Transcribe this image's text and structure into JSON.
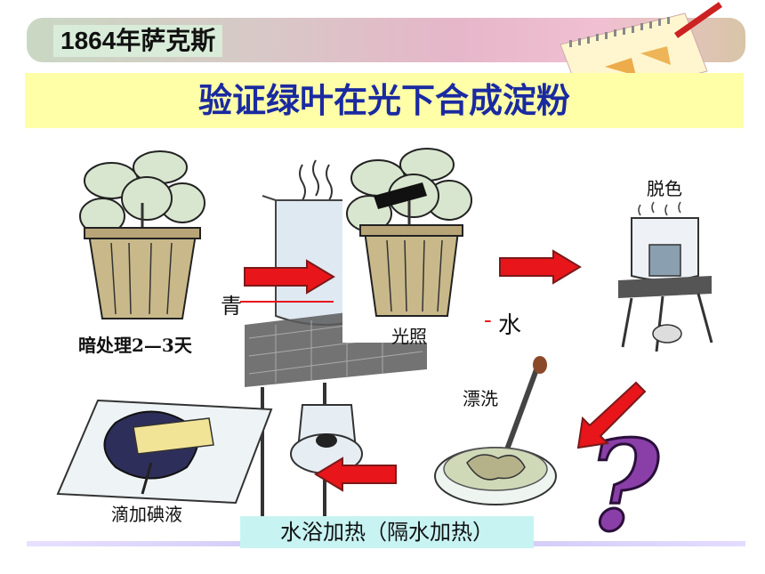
{
  "header": {
    "date_title": "1864年萨克斯",
    "main_title": "验证绿叶在光下合成淀粉"
  },
  "steps": {
    "dark": "暗处理2—3天",
    "light": "光照",
    "decolorize": "脱色",
    "rinse": "漂洗",
    "iodine": "滴加碘液",
    "water_bath": "水浴加热（隔水加热）"
  },
  "fragments": {
    "qing": "青",
    "water": "水",
    "water_dash": "-"
  },
  "colors": {
    "title_text": "#1a2aa0",
    "title_bg": "#ffffa8",
    "arrow": "#e8151b",
    "question": "#8a3fa8"
  },
  "icons": [
    "plant-pot-icon",
    "beaker-tripod-icon",
    "petri-dish-icon",
    "leaf-on-glass-icon",
    "question-mark-icon",
    "arrow-icon"
  ]
}
